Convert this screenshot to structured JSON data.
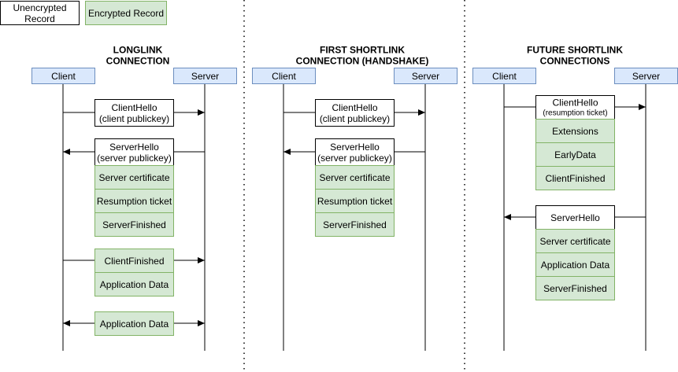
{
  "legend": {
    "unencrypted_label": [
      "Unencrypted",
      "Record"
    ],
    "encrypted_label": [
      "Encrypted Record"
    ]
  },
  "colors": {
    "encrypted_fill": "#d5e8d4",
    "encrypted_stroke": "#82b366",
    "actor_fill": "#dae8fc",
    "actor_stroke": "#6c8ebf",
    "plain_fill": "#ffffff",
    "line": "#000000"
  },
  "sections": [
    {
      "title": [
        "LONGLINK",
        "CONNECTION"
      ],
      "client_label": "Client",
      "server_label": "Server",
      "messages": [
        {
          "direction": "to-server",
          "records": [
            {
              "lines": [
                "ClientHello",
                "(client publickey)"
              ],
              "encrypted": false
            }
          ]
        },
        {
          "direction": "to-client",
          "records": [
            {
              "lines": [
                "ServerHello",
                "(server publickey)"
              ],
              "encrypted": false
            },
            {
              "lines": [
                "Server certificate"
              ],
              "encrypted": true
            },
            {
              "lines": [
                "Resumption ticket"
              ],
              "encrypted": true
            },
            {
              "lines": [
                "ServerFinished"
              ],
              "encrypted": true
            }
          ]
        },
        {
          "direction": "to-server",
          "records": [
            {
              "lines": [
                "ClientFinished"
              ],
              "encrypted": true
            },
            {
              "lines": [
                "Application Data"
              ],
              "encrypted": true
            }
          ]
        },
        {
          "direction": "both",
          "records": [
            {
              "lines": [
                "Application Data"
              ],
              "encrypted": true
            }
          ]
        }
      ]
    },
    {
      "title": [
        "FIRST SHORTLINK",
        "CONNECTION (HANDSHAKE)"
      ],
      "client_label": "Client",
      "server_label": "Server",
      "messages": [
        {
          "direction": "to-server",
          "records": [
            {
              "lines": [
                "ClientHello",
                "(client publickey)"
              ],
              "encrypted": false
            }
          ]
        },
        {
          "direction": "to-client",
          "records": [
            {
              "lines": [
                "ServerHello",
                "(server publickey)"
              ],
              "encrypted": false
            },
            {
              "lines": [
                "Server certificate"
              ],
              "encrypted": true
            },
            {
              "lines": [
                "Resumption ticket"
              ],
              "encrypted": true
            },
            {
              "lines": [
                "ServerFinished"
              ],
              "encrypted": true
            }
          ]
        }
      ]
    },
    {
      "title": [
        "FUTURE SHORTLINK",
        "CONNECTIONS"
      ],
      "client_label": "Client",
      "server_label": "Server",
      "messages": [
        {
          "direction": "to-server",
          "records": [
            {
              "lines": [
                "ClientHello",
                "(resumption ticket)"
              ],
              "encrypted": false
            },
            {
              "lines": [
                "Extensions"
              ],
              "encrypted": true
            },
            {
              "lines": [
                "EarlyData"
              ],
              "encrypted": true
            },
            {
              "lines": [
                "ClientFinished"
              ],
              "encrypted": true
            }
          ]
        },
        {
          "direction": "to-client",
          "records": [
            {
              "lines": [
                "ServerHello"
              ],
              "encrypted": false
            },
            {
              "lines": [
                "Server certificate"
              ],
              "encrypted": true
            },
            {
              "lines": [
                "Application Data"
              ],
              "encrypted": true
            },
            {
              "lines": [
                "ServerFinished"
              ],
              "encrypted": true
            }
          ]
        }
      ]
    }
  ]
}
